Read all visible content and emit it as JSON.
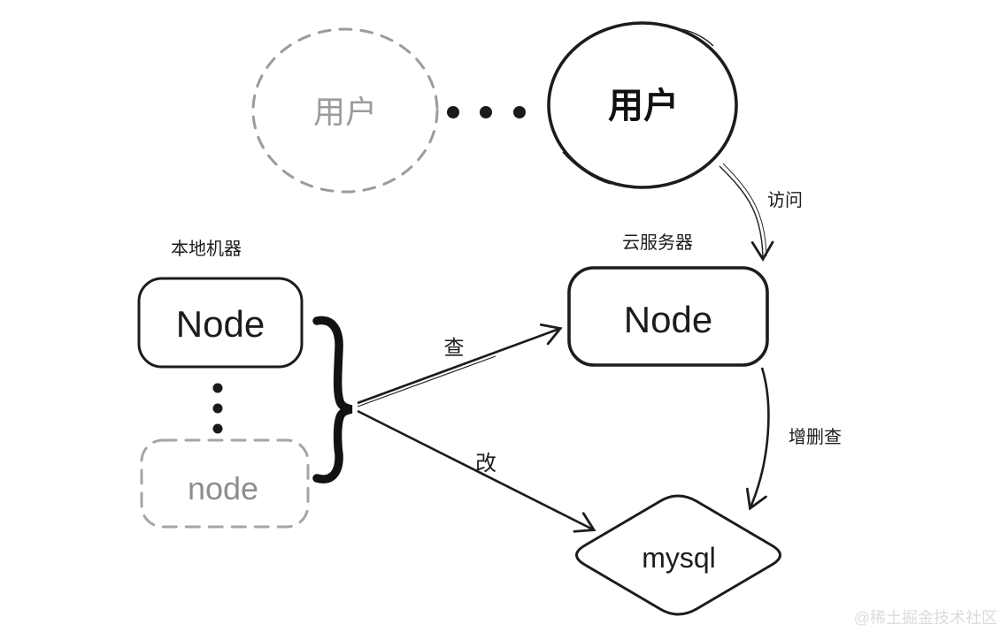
{
  "diagram": {
    "users": {
      "ghost_label": "用户",
      "main_label": "用户"
    },
    "local_machine": {
      "caption": "本地机器",
      "node_label": "Node",
      "ghost_node_label": "node"
    },
    "cloud_server": {
      "caption": "云服务器",
      "node_label": "Node"
    },
    "database": {
      "label": "mysql"
    },
    "edges": {
      "visit_label": "访问",
      "query_label": "查",
      "modify_label": "改",
      "crud_label": "增删查"
    },
    "watermark": "@稀土掘金技术社区",
    "colors": {
      "ink": "#1c1c1c",
      "muted_gray": "#9b9b9b",
      "ghost_text": "#8d8d8d",
      "watermark_gray": "#dbdbdb",
      "background": "#ffffff"
    }
  }
}
